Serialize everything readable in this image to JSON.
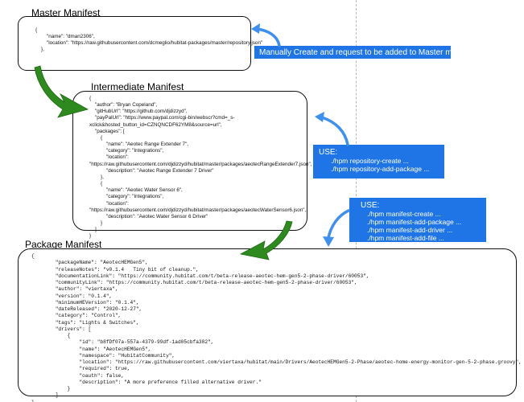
{
  "master": {
    "title": "Master Manifest",
    "lines": [
      "{",
      "        \"name\": \"dman2306\",",
      "        \"location\": \"https://raw.githubusercontent.com/dcmeglio/hubitat-packages/master/repository.json\"",
      "    },"
    ]
  },
  "intermediate": {
    "title": "Intermediate Manifest",
    "lines": [
      "{",
      "    \"author\": \"Bryan Copeland\",",
      "    \"gitHubUrl\": \"https://github.com/djdizzyd\",",
      "    \"payPalUrl\": \"https://www.paypal.com/cgi-bin/webscr?cmd=_s-",
      "xclick&hosted_button_id=CZNQNCDF62YM8&source=url\",",
      "    \"packages\": [",
      "        {",
      "            \"name\": \"Aeotec Range Extender 7\",",
      "            \"category\": \"Integrations\",",
      "            \"location\":",
      "\"https://raw.githubusercontent.com/djdizzyd/hubitat/master/packages/aeotecRangeExtender7.json\",",
      "            \"description\": \"Aeotec Range Extender 7 Driver\"",
      "        },",
      "        {",
      "            \"name\": \"Aeotec Water Sensor 6\",",
      "            \"category\": \"Integrations\",",
      "            \"location\":",
      "\"https://raw.githubusercontent.com/djdizzyd/hubitat/master/packages/aeotecWaterSensor6.json\",",
      "            \"description\": \"Aeotec Water Sensor 6 Driver\"",
      "        }",
      "    ]",
      "}"
    ]
  },
  "package": {
    "title": "Package Manifest",
    "lines": [
      "{",
      "        \"packageName\": \"AeotecHEMGen5\",",
      "        \"releaseNotes\": \"v0.1.4   Tiny bit of cleanup.\",",
      "        \"documentationLink\": \"https://community.hubitat.com/t/beta-release-aeotec-hem-gen5-2-phase-driver/60053\",",
      "        \"communityLink\": \"https://community.hubitat.com/t/beta-release-aeotec-hem-gen5-2-phase-driver/60053\",",
      "        \"author\": \"viertaxa\",",
      "        \"version\": \"0.1.4\",",
      "        \"minimumHEVersion\": \"0.1.4\",",
      "        \"dateReleased\": \"2020-12-27\",",
      "        \"category\": \"Control\",",
      "        \"tags\": \"Lights & Switches\",",
      "        \"drivers\": [",
      "            {",
      "                \"id\": \"b8fDf07a-557a-4379-99df-1ad05cbfa382\",",
      "                \"name\": \"AeotecHEMGen5\",",
      "                \"namespace\": \"HubitatCommunity\",",
      "                \"location\": \"https://raw.githubusercontent.com/viertaxa/hubitat/main/Drivers/AeotecHEMGen5-2-Phase/aeotec-home-energy-monitor-gen-5-2-phase.groovy\",",
      "                \"required\": true,",
      "                \"oauth\": false,",
      "                \"description\": \"A more preference filled alternative driver.\"",
      "            }",
      "        ]",
      "}"
    ]
  },
  "callouts": {
    "master": "Manually Create and request to be added to Master manifest.",
    "repository": {
      "heading": "USE:",
      "commands": [
        "./hpm repository-create ...",
        "./hpm repository-add-package ..."
      ]
    },
    "manifest": {
      "heading": "USE:",
      "commands": [
        "./hpm manifest-create ...",
        "./hpm manifest-add-package ...",
        "./hpm manifest-add-driver ...",
        "./hpm manifest-add-file ..."
      ]
    }
  },
  "colors": {
    "callout_blue": "#1f74e6",
    "arrow_green": "#2e8a1f",
    "arrow_blue": "#3d8ff0"
  }
}
